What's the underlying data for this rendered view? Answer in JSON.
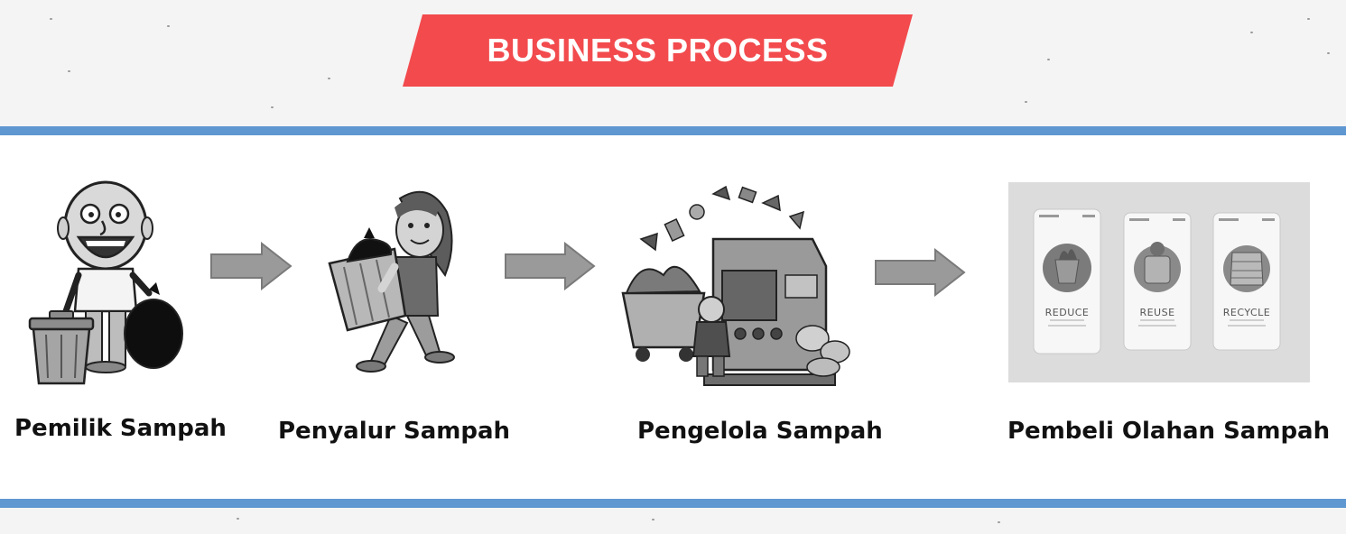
{
  "title": "BUSINESS PROCESS",
  "colors": {
    "banner": "#f24a4d",
    "band": "#5f97d1",
    "arrow": "#9a9a9a"
  },
  "steps": [
    {
      "label": "Pemilik Sampah",
      "icon": "trash-owner-illustration"
    },
    {
      "label": "Penyalur Sampah",
      "icon": "trash-carrier-illustration"
    },
    {
      "label": "Pengelola Sampah",
      "icon": "waste-processing-machine-illustration"
    },
    {
      "label": "Pembeli Olahan Sampah",
      "icon": "reduce-reuse-recycle-phones-illustration"
    }
  ],
  "cards": [
    {
      "label": "REDUCE"
    },
    {
      "label": "REUSE"
    },
    {
      "label": "RECYCLE"
    }
  ]
}
